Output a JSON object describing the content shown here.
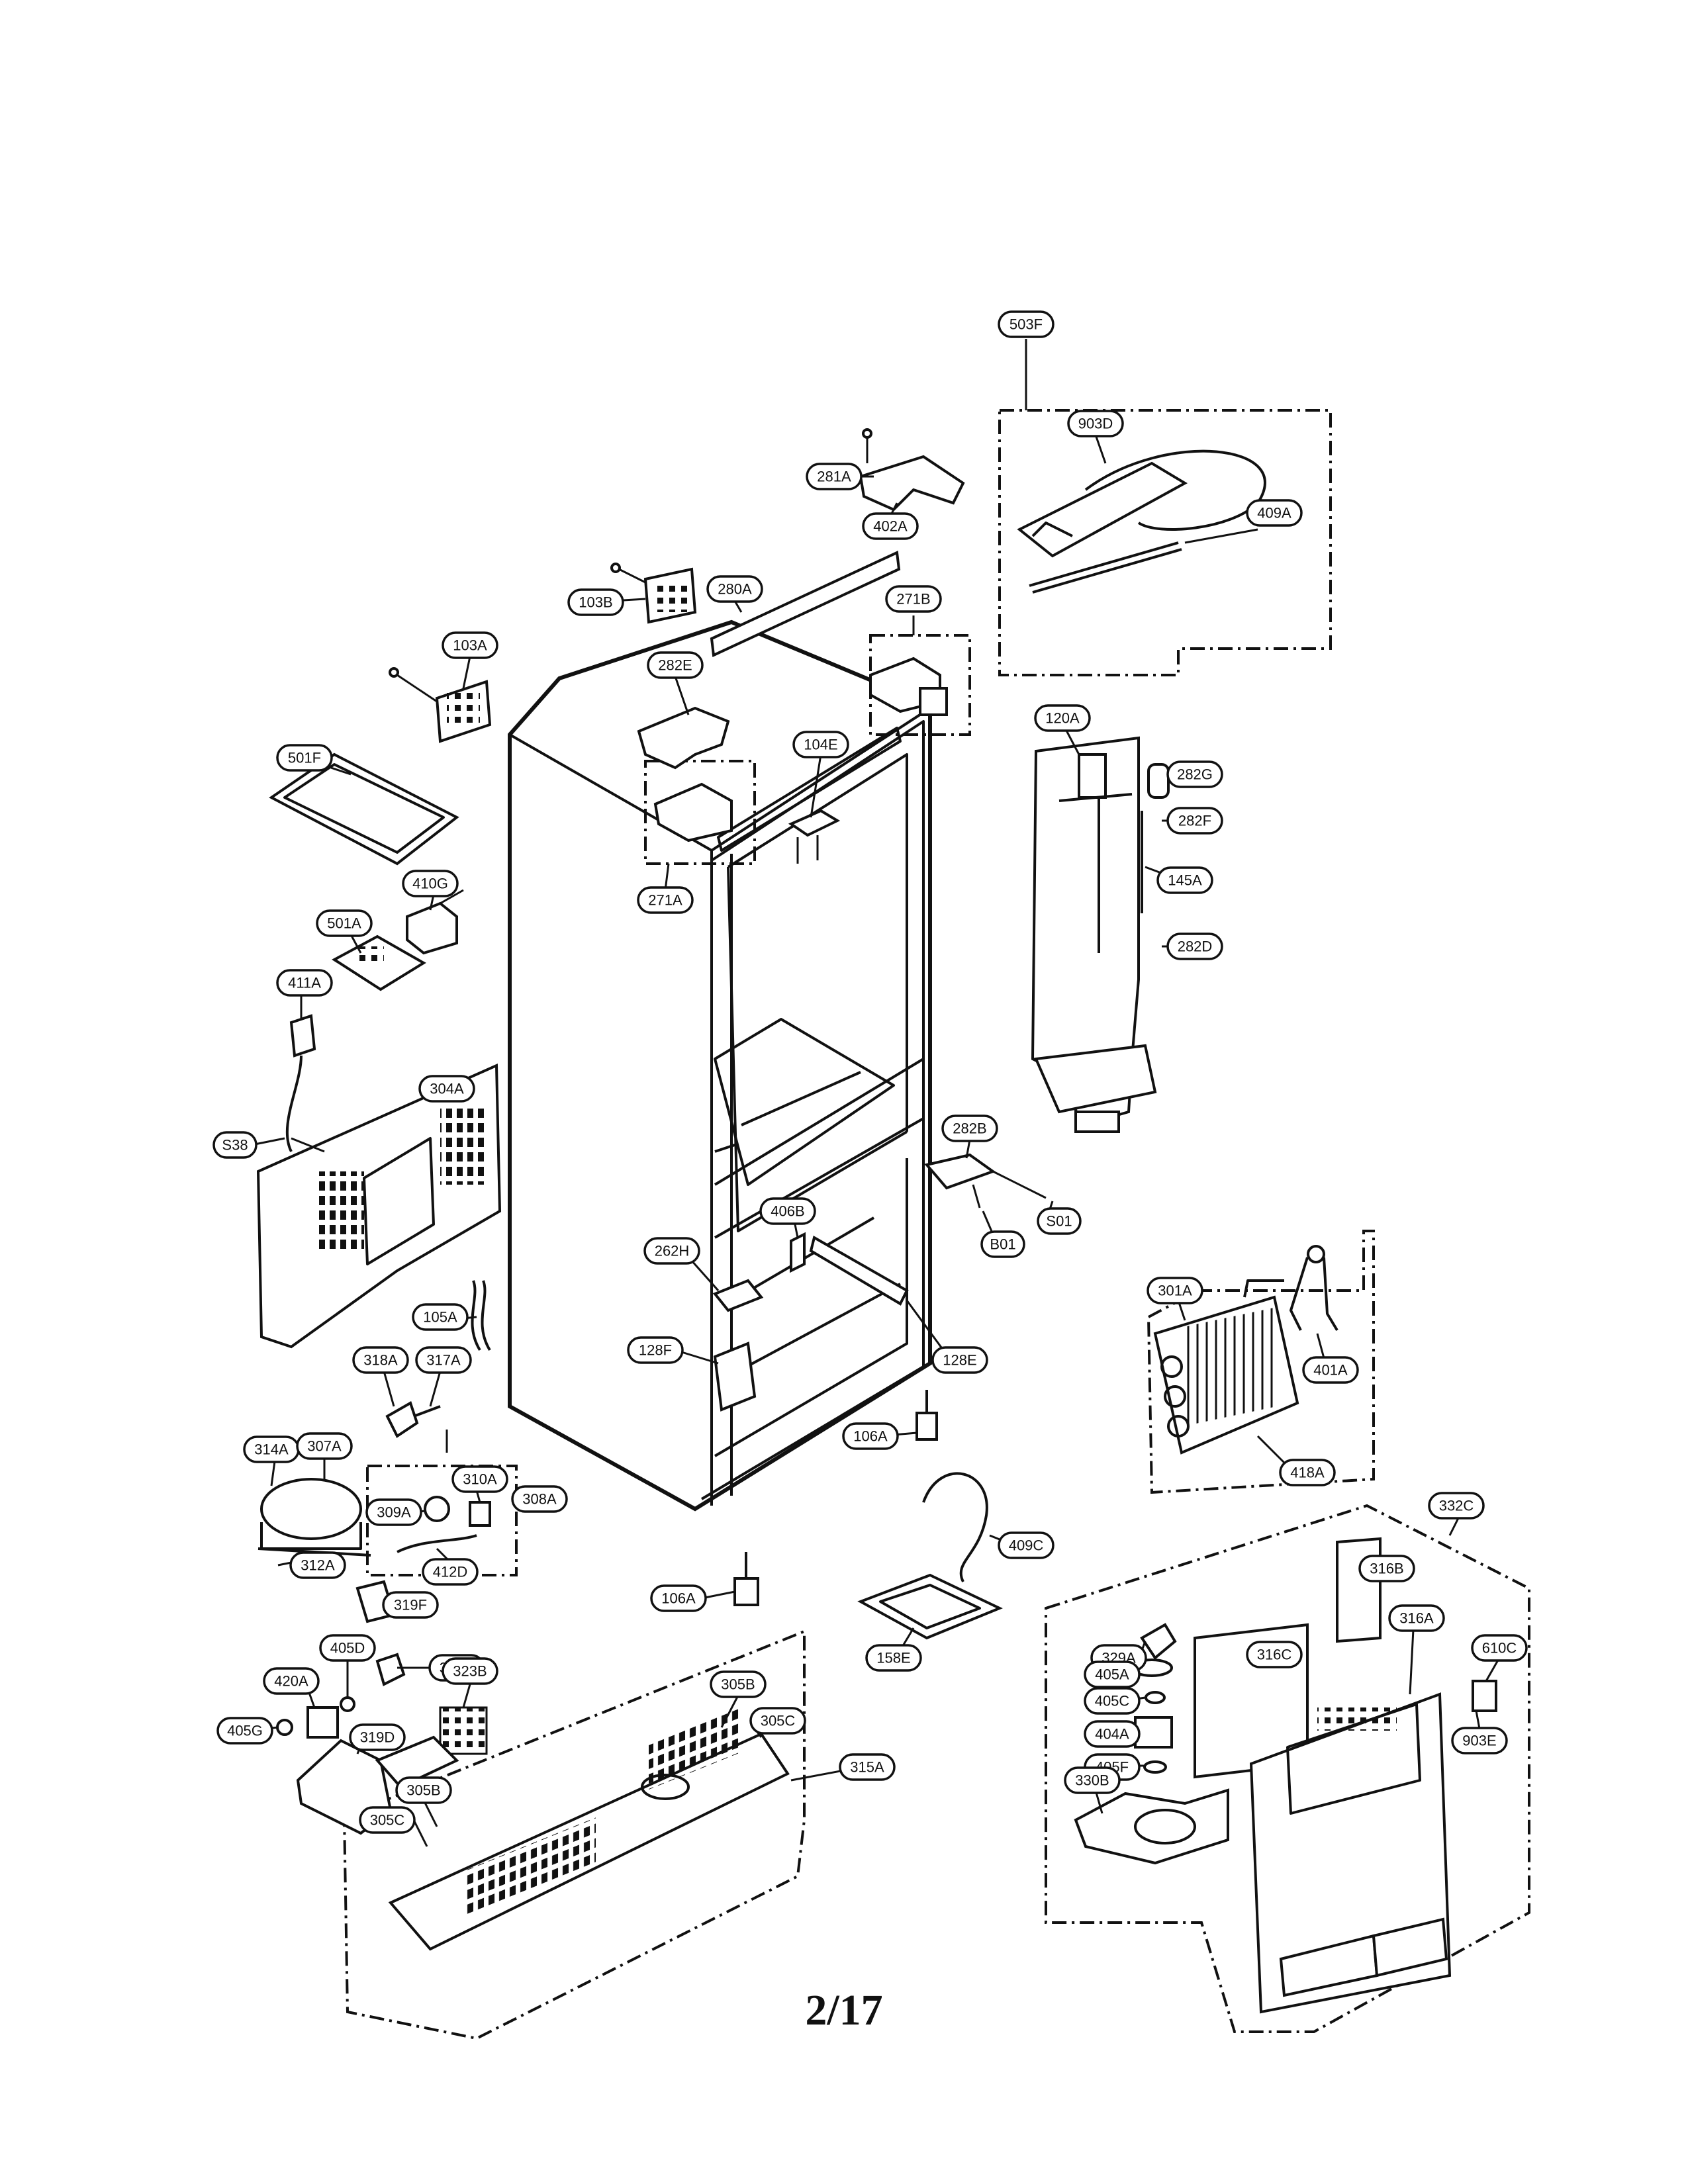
{
  "page_number": "2/17",
  "callouts": [
    {
      "id": "c-503F",
      "label": "503F"
    },
    {
      "id": "c-903D",
      "label": "903D"
    },
    {
      "id": "c-409A",
      "label": "409A"
    },
    {
      "id": "c-281A",
      "label": "281A"
    },
    {
      "id": "c-402A",
      "label": "402A"
    },
    {
      "id": "c-103B",
      "label": "103B"
    },
    {
      "id": "c-280A",
      "label": "280A"
    },
    {
      "id": "c-271B",
      "label": "271B"
    },
    {
      "id": "c-103A",
      "label": "103A"
    },
    {
      "id": "c-282E",
      "label": "282E"
    },
    {
      "id": "c-120A",
      "label": "120A"
    },
    {
      "id": "c-282G",
      "label": "282G"
    },
    {
      "id": "c-282F",
      "label": "282F"
    },
    {
      "id": "c-145A",
      "label": "145A"
    },
    {
      "id": "c-282D",
      "label": "282D"
    },
    {
      "id": "c-501F",
      "label": "501F"
    },
    {
      "id": "c-104E",
      "label": "104E"
    },
    {
      "id": "c-410G",
      "label": "410G"
    },
    {
      "id": "c-271A",
      "label": "271A"
    },
    {
      "id": "c-501A",
      "label": "501A"
    },
    {
      "id": "c-411A",
      "label": "411A"
    },
    {
      "id": "c-304A",
      "label": "304A"
    },
    {
      "id": "c-S38",
      "label": "S38"
    },
    {
      "id": "c-282B",
      "label": "282B"
    },
    {
      "id": "c-S01",
      "label": "S01"
    },
    {
      "id": "c-406B",
      "label": "406B"
    },
    {
      "id": "c-B01",
      "label": "B01"
    },
    {
      "id": "c-262H",
      "label": "262H"
    },
    {
      "id": "c-105A",
      "label": "105A"
    },
    {
      "id": "c-301A",
      "label": "301A"
    },
    {
      "id": "c-401A",
      "label": "401A"
    },
    {
      "id": "c-128F",
      "label": "128F"
    },
    {
      "id": "c-128E",
      "label": "128E"
    },
    {
      "id": "c-318A",
      "label": "318A"
    },
    {
      "id": "c-317A",
      "label": "317A"
    },
    {
      "id": "c-418A",
      "label": "418A"
    },
    {
      "id": "c-106A-1",
      "label": "106A"
    },
    {
      "id": "c-314A",
      "label": "314A"
    },
    {
      "id": "c-307A",
      "label": "307A"
    },
    {
      "id": "c-310A",
      "label": "310A"
    },
    {
      "id": "c-308A",
      "label": "308A"
    },
    {
      "id": "c-309A",
      "label": "309A"
    },
    {
      "id": "c-332C",
      "label": "332C"
    },
    {
      "id": "c-409C",
      "label": "409C"
    },
    {
      "id": "c-312A",
      "label": "312A"
    },
    {
      "id": "c-412D",
      "label": "412D"
    },
    {
      "id": "c-316B",
      "label": "316B"
    },
    {
      "id": "c-106A-2",
      "label": "106A"
    },
    {
      "id": "c-319F",
      "label": "319F"
    },
    {
      "id": "c-316C",
      "label": "316C"
    },
    {
      "id": "c-158E",
      "label": "158E"
    },
    {
      "id": "c-316A",
      "label": "316A"
    },
    {
      "id": "c-329A",
      "label": "329A"
    },
    {
      "id": "c-405D",
      "label": "405D"
    },
    {
      "id": "c-329C",
      "label": "329C"
    },
    {
      "id": "c-323B",
      "label": "323B"
    },
    {
      "id": "c-610C",
      "label": "610C"
    },
    {
      "id": "c-405A",
      "label": "405A"
    },
    {
      "id": "c-420A",
      "label": "420A"
    },
    {
      "id": "c-305B-1",
      "label": "305B"
    },
    {
      "id": "c-405C",
      "label": "405C"
    },
    {
      "id": "c-305C-1",
      "label": "305C"
    },
    {
      "id": "c-405G",
      "label": "405G"
    },
    {
      "id": "c-319D",
      "label": "319D"
    },
    {
      "id": "c-404A",
      "label": "404A"
    },
    {
      "id": "c-903E",
      "label": "903E"
    },
    {
      "id": "c-315A",
      "label": "315A"
    },
    {
      "id": "c-405F",
      "label": "405F"
    },
    {
      "id": "c-330B",
      "label": "330B"
    },
    {
      "id": "c-305B-2",
      "label": "305B"
    },
    {
      "id": "c-305C-2",
      "label": "305C"
    }
  ]
}
